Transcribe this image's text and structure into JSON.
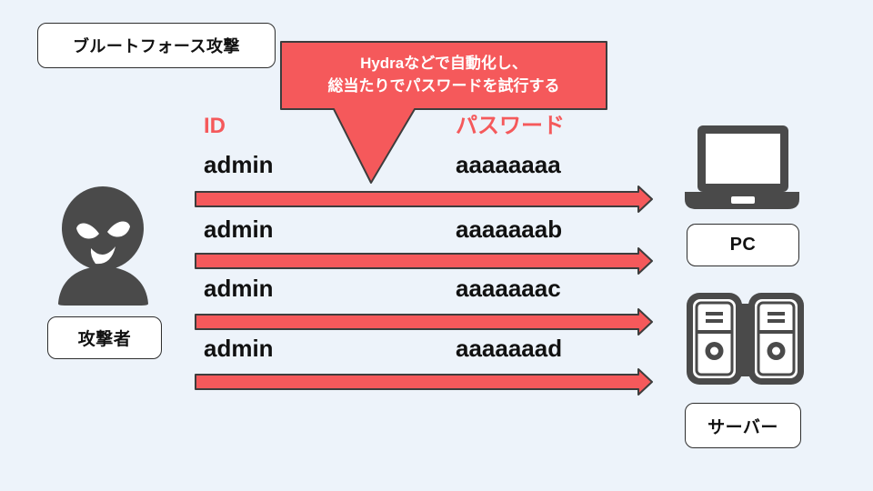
{
  "diagram_title": "ブルートフォース攻撃",
  "title_box": {
    "label": "ブルートフォース攻撃"
  },
  "callout": {
    "line1": "Hydraなどで自動化し、",
    "line2": "総当たりでパスワードを試行する"
  },
  "attacker": {
    "label": "攻撃者",
    "icon": "masked-attacker-icon"
  },
  "table": {
    "id_header": "ID",
    "password_header": "パスワード",
    "rows": [
      {
        "id": "admin",
        "password": "aaaaaaaa"
      },
      {
        "id": "admin",
        "password": "aaaaaaab"
      },
      {
        "id": "admin",
        "password": "aaaaaaac"
      },
      {
        "id": "admin",
        "password": "aaaaaaad"
      }
    ]
  },
  "targets": {
    "pc_label": "PC",
    "pc_icon": "laptop-icon",
    "server_label": "サーバー",
    "server_icon": "server-towers-icon"
  },
  "arrows": {
    "count": 4,
    "direction": "left-to-right"
  },
  "colors": {
    "background": "#edf3fa",
    "accent_red": "#f5595b",
    "outline_dark": "#3d3d3d",
    "icon_gray": "#4a4a4a",
    "box_fill": "#ffffff",
    "text": "#111111",
    "callout_text": "#ffffff"
  }
}
